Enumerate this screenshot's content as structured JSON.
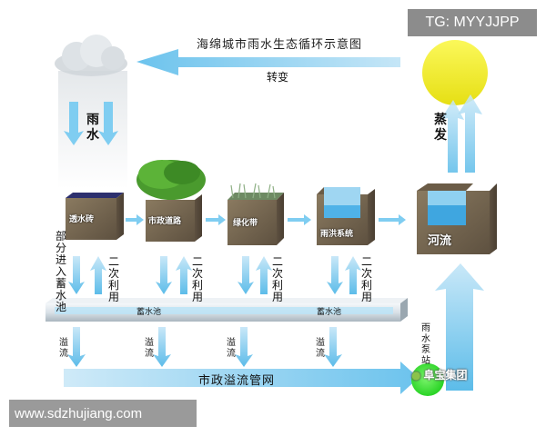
{
  "title": "海绵城市雨水生态循环示意图",
  "watermark_top_right": "TG: MYYJJPP",
  "watermark_bottom_left": "www.sdzhujiang.com",
  "watermark_logo_text": "阜宝集团",
  "labels": {
    "transform": "转变",
    "rain": "雨水",
    "evaporation": "蒸发",
    "partial_into_pool": "部分进入蓄水池",
    "reuse": "二次利用",
    "storage_pool": "蓄水池",
    "overflow": "溢流",
    "rain_pump_station": "雨水泵站",
    "municipal_network": "市政溢流管网"
  },
  "blocks": [
    {
      "id": "permeable-brick",
      "label": "透水砖"
    },
    {
      "id": "municipal-road",
      "label": "市政道路"
    },
    {
      "id": "green-belt",
      "label": "绿化带"
    },
    {
      "id": "rain-system",
      "label": "雨洪系统"
    },
    {
      "id": "river",
      "label": "河流"
    }
  ],
  "colors": {
    "arrow": "#6fc6ee",
    "arrow_light": "#a8dcf5",
    "sun": "#f7f02a",
    "soil": "#7a6a52",
    "grass": "#3f8f2a",
    "water": "#4fb2e8",
    "pump": "#3fe33a",
    "pipe": "#dfe6ec"
  }
}
